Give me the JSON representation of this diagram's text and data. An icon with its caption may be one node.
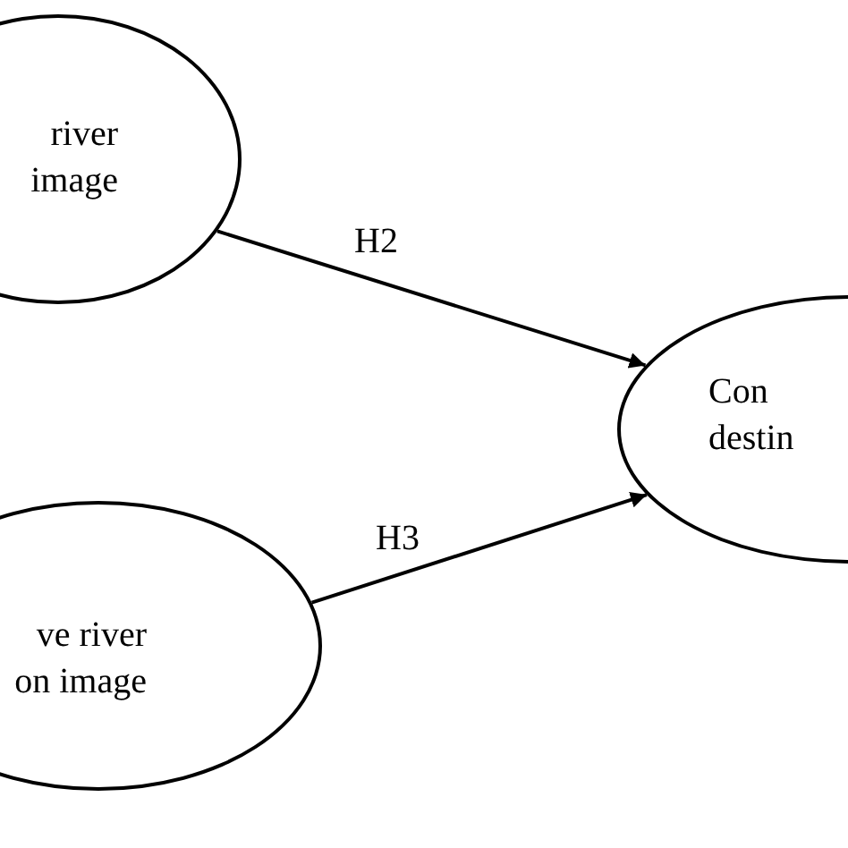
{
  "diagram": {
    "nodes": [
      {
        "text": [
          "river image"
        ]
      },
      {
        "text": [
          "ve river on image"
        ]
      },
      {
        "text": [
          "Con destin"
        ]
      }
    ],
    "edges": [
      {
        "from": 0,
        "to": 2,
        "arrow": "to",
        "label": "H2"
      },
      {
        "from": 1,
        "to": 2,
        "arrow": "to",
        "label": "H3"
      }
    ]
  }
}
